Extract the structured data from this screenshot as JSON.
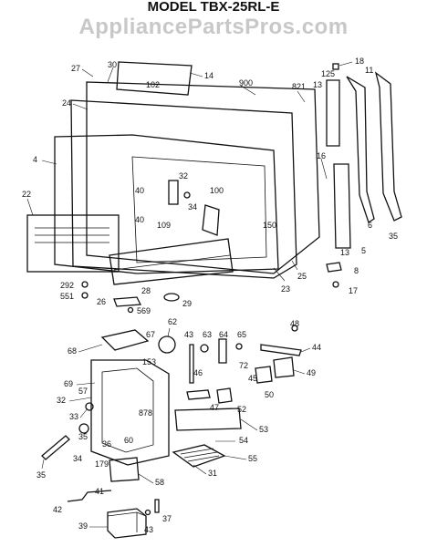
{
  "header": {
    "model_title": "MODEL TBX-25RL-E",
    "watermark": "AppliancePartsPros.com"
  },
  "callouts": [
    "27",
    "30",
    "14",
    "102",
    "900",
    "821",
    "18",
    "125",
    "11",
    "13",
    "24",
    "4",
    "22",
    "32",
    "40",
    "34",
    "100",
    "40",
    "109",
    "150",
    "16",
    "13",
    "6",
    "5",
    "35",
    "8",
    "17",
    "25",
    "23",
    "292",
    "551",
    "28",
    "26",
    "569",
    "29",
    "62",
    "67",
    "43",
    "63",
    "64",
    "65",
    "48",
    "44",
    "68",
    "153",
    "46",
    "72",
    "45",
    "49",
    "69",
    "32",
    "57",
    "47",
    "52",
    "50",
    "33",
    "878",
    "53",
    "36",
    "35",
    "60",
    "54",
    "34",
    "55",
    "179",
    "58",
    "31",
    "35",
    "41",
    "42",
    "37",
    "39",
    "43"
  ]
}
